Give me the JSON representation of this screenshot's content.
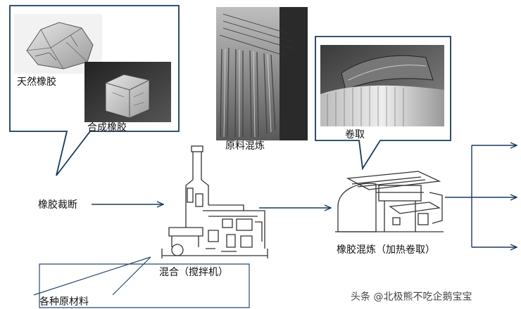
{
  "labels": {
    "natural_rubber": "天然橡胶",
    "synthetic_rubber": "合成橡胶",
    "raw_material_mixing": "原料混炼",
    "winding": "卷取",
    "rubber_cutting": "橡胶裁断",
    "mixing_mixer": "混合（搅拌机）",
    "rubber_mixing_heating": "橡胶混炼（加热卷取）",
    "various_materials": "各种原材料"
  },
  "watermark": "头条 @北极熊不吃企鹅宝宝",
  "colors": {
    "line": "#1a3a5c",
    "arrow": "#1a3a5c",
    "drawing": "#333333"
  },
  "icons": {
    "mixer": "mixer-machine-icon",
    "roll_mill": "roll-mill-machine-icon"
  }
}
